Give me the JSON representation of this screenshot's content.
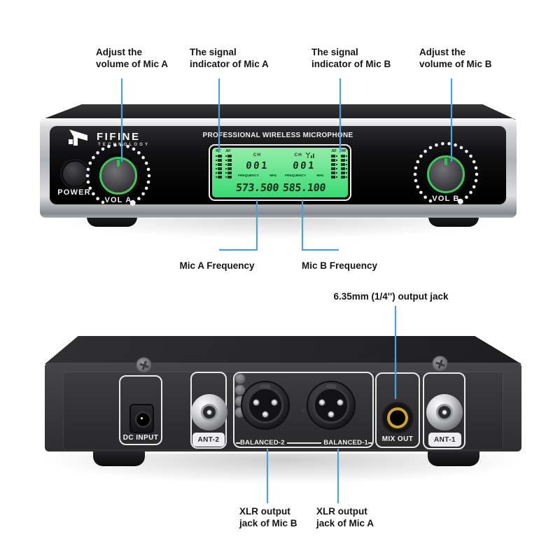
{
  "colors": {
    "callout_line": "#4fa0d8",
    "lcd_green": "#55e083",
    "knob_ring_green": "#3cc95a",
    "gold_jack": "#cda42e"
  },
  "callouts": {
    "vol_a": "Adjust the\nvolume of Mic A",
    "signal_a": "The signal\nindicator of Mic A",
    "signal_b": "The signal\nindicator of Mic B",
    "vol_b": "Adjust the\nvolume of Mic B",
    "freq_a": "Mic A Frequency",
    "freq_b": "Mic B Frequency",
    "output_jack": "6.35mm (1/4'') output jack",
    "xlr_b": "XLR output\njack of Mic B",
    "xlr_a": "XLR output\njack of Mic A"
  },
  "front": {
    "brand": "FIFINE",
    "brand_sub": "TECHNOLOGY",
    "panel_title": "PROFESSIONAL WIRELESS MICROPHONE",
    "power": "POWER",
    "vol_a": "VOL A",
    "vol_b": "VOL B",
    "lcd": {
      "mic_a": {
        "rf": "RF",
        "af": "AF",
        "ch_label": "CH",
        "channel": "001",
        "freq_label": "FREQUENCY",
        "unit": "MHz",
        "frequency": "573.500"
      },
      "mic_b": {
        "ch_label": "CH",
        "channel": "001",
        "freq_label": "FREQUENCY",
        "unit": "MHz",
        "frequency": "585.100",
        "af": "AF",
        "rf": "RF"
      }
    }
  },
  "rear": {
    "dc_input": "DC INPUT",
    "ant_2": "ANT-2",
    "balanced_2": "BALANCED-2",
    "balanced_1": "BALANCED-1",
    "mix_out": "MIX OUT",
    "ant_1": "ANT-1"
  }
}
